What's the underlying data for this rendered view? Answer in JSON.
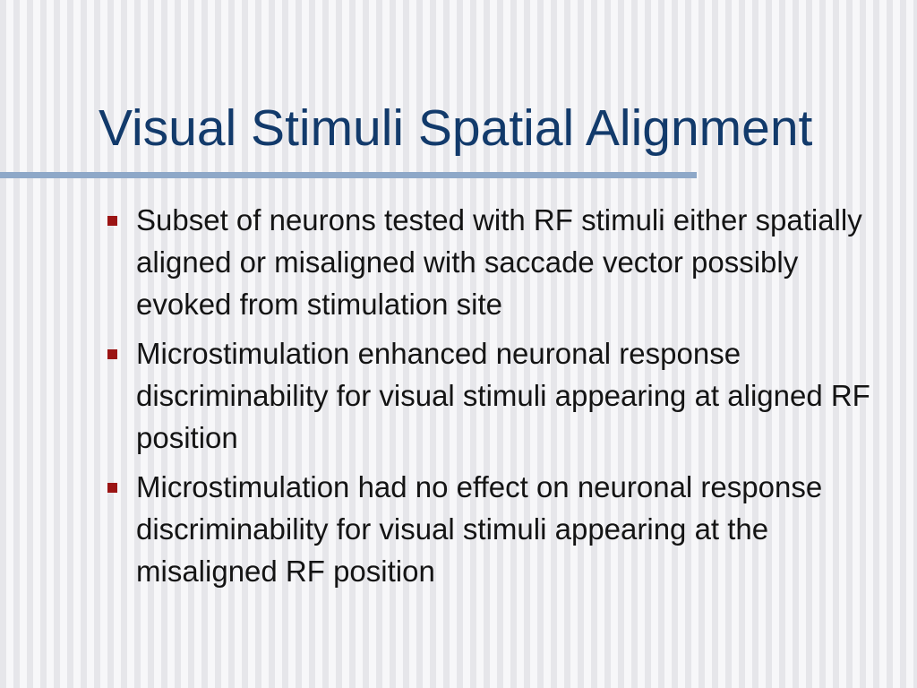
{
  "slide": {
    "title": "Visual Stimuli Spatial Alignment",
    "bullets": [
      "Subset of neurons tested with RF stimuli either spatially aligned or misaligned with saccade vector possibly evoked from stimulation site",
      "Microstimulation enhanced neuronal response discriminability for visual stimuli appearing at aligned RF position",
      "Microstimulation had no effect on neuronal response discriminability for visual stimuli appearing at the misaligned RF position"
    ]
  },
  "colors": {
    "title": "#123a6b",
    "rule": "#8ea8c8",
    "bullet_marker": "#9b1414",
    "body_text": "#141414"
  },
  "icons": {
    "bullet_marker": "square-bullet-icon"
  }
}
